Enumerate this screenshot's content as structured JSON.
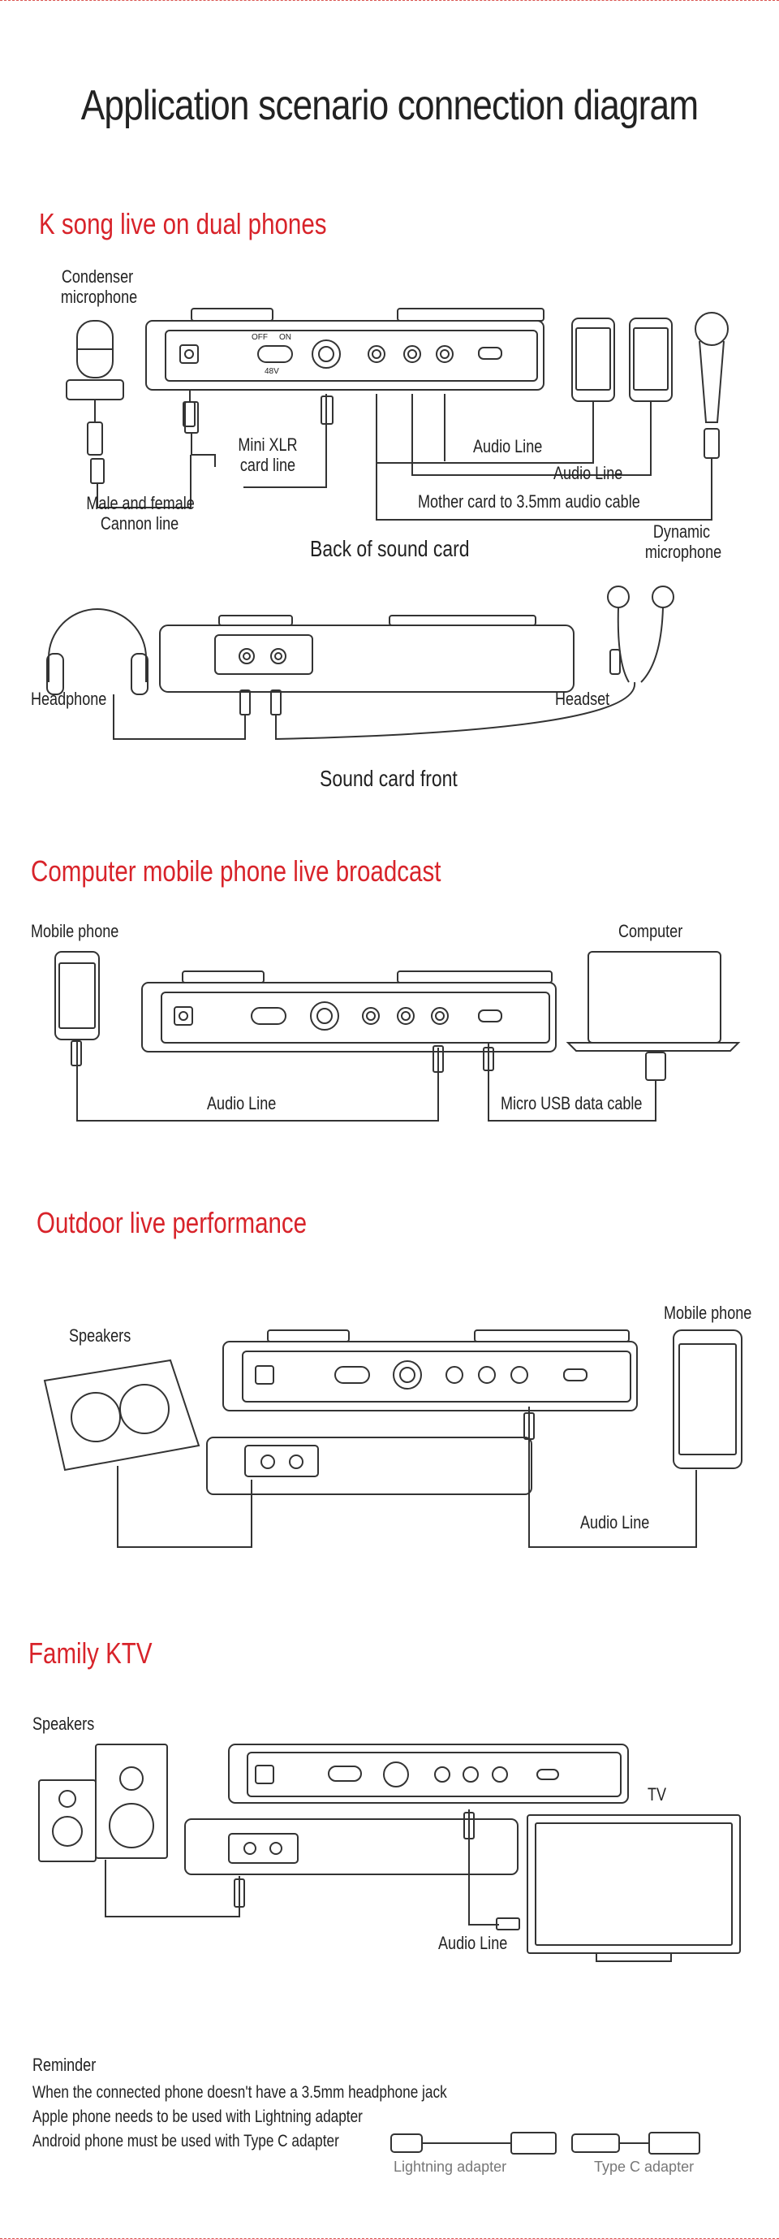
{
  "title": "Application scenario connection diagram",
  "sections": {
    "k_song": {
      "title": "K song live on dual phones",
      "labels": {
        "condenser": [
          "Condenser",
          "microphone"
        ],
        "mini_xlr": [
          "Mini XLR",
          "card line"
        ],
        "audio_line_1": "Audio Line",
        "audio_line_2": "Audio Line",
        "male_female": [
          "Male and female",
          "Cannon line"
        ],
        "mother_card": "Mother card to 3.5mm audio cable",
        "dynamic": [
          "Dynamic",
          "microphone"
        ],
        "back": "Back of sound card",
        "headphone": "Headphone",
        "headset": "Headset",
        "front": "Sound card front"
      },
      "device_text": {
        "off": "OFF",
        "on": "ON",
        "v48": "48V"
      }
    },
    "computer": {
      "title": "Computer mobile phone live broadcast",
      "labels": {
        "mobile_phone": "Mobile phone",
        "computer": "Computer",
        "audio_line": "Audio Line",
        "micro_usb": "Micro USB data cable"
      }
    },
    "outdoor": {
      "title": "Outdoor live performance",
      "labels": {
        "speakers": "Speakers",
        "mobile_phone": "Mobile phone",
        "audio_line": "Audio Line"
      }
    },
    "ktv": {
      "title": "Family KTV",
      "labels": {
        "speakers": "Speakers",
        "tv": "TV",
        "audio_line": "Audio Line"
      }
    }
  },
  "reminder": {
    "title": "Reminder",
    "lines": [
      "When the connected phone doesn't have a 3.5mm headphone jack",
      "Apple phone needs to be used with Lightning adapter",
      "Android phone must be used with Type C adapter"
    ],
    "adapters": [
      "Lightning adapter",
      "Type C adapter"
    ]
  },
  "colors": {
    "accent": "#d8232a",
    "line": "#333333"
  }
}
